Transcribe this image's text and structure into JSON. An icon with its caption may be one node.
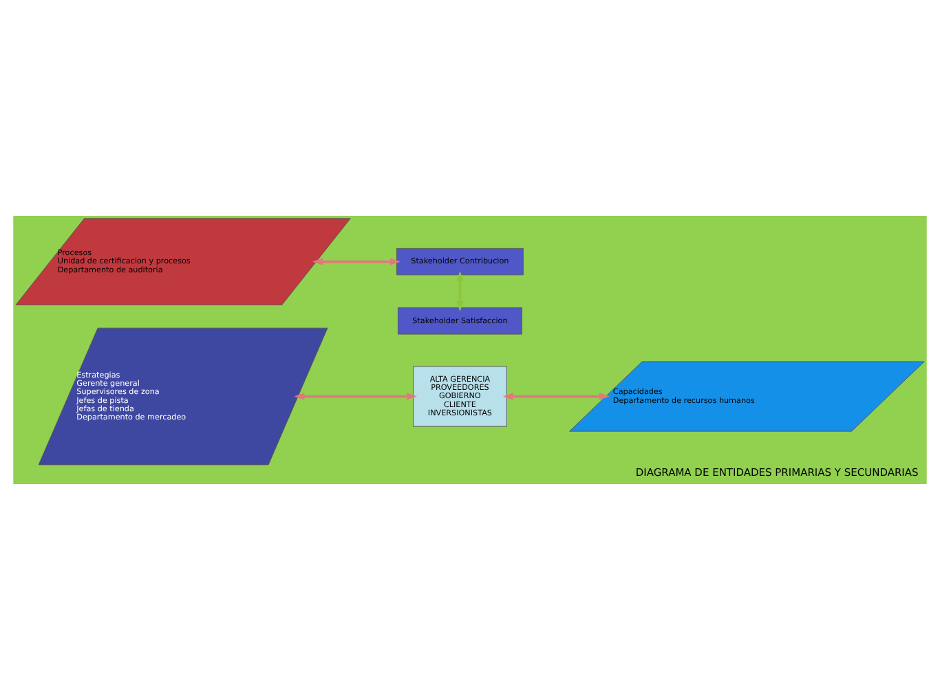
{
  "diagram": {
    "title": "DIAGRAMA DE ENTIDADES PRIMARIAS Y SECUNDARIAS",
    "nodes": [
      {
        "text": [
          "Estrategias",
          "Gerente general",
          "Supervisores de zona",
          "Jefes de pista",
          "Jefas de tienda",
          "Departamento de mercadeo"
        ]
      },
      {
        "text": [
          "Stakeholder Satisfaccion"
        ]
      },
      {
        "text": [
          "ALTA GERENCIA",
          "PROVEEDORES",
          "GOBIERNO",
          "CLIENTE",
          "INVERSIONISTAS"
        ]
      },
      {
        "text": [
          "Stakeholder Contribucion"
        ]
      },
      {
        "text": [
          "Capacidades",
          "Departamento de recursos humanos"
        ]
      },
      {
        "text": [
          "Procesos",
          "Unidad de certificacion y procesos",
          "Departamento de auditoria"
        ]
      }
    ],
    "edges": [
      {
        "from": 0,
        "to": 2,
        "arrow": "both"
      },
      {
        "from": 2,
        "to": 4,
        "arrow": "both"
      },
      {
        "from": 5,
        "to": 3,
        "arrow": "both"
      },
      {
        "from": 1,
        "to": 3,
        "arrow": "both",
        "color": "#8cc63f"
      }
    ]
  }
}
